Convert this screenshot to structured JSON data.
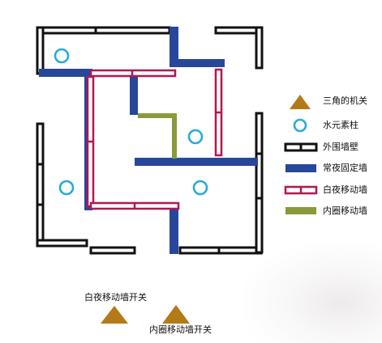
{
  "colors": {
    "outer_wall": "#111111",
    "fixed_wall": "#27479b",
    "moving_wall": "#b3174e",
    "inner_wall": "#8a9a3a",
    "triangle": "#b27a18",
    "pillar": "#2aaad8"
  },
  "legend": {
    "triangle": {
      "label": "三角的机关",
      "icon": "triangle-icon"
    },
    "pillar": {
      "label": "水元素柱",
      "icon": "circle-icon"
    },
    "outer_wall": {
      "label": "外围墙壁",
      "icon": "outer-wall-swatch"
    },
    "fixed_wall": {
      "label": "常夜固定墙",
      "icon": "fixed-wall-swatch"
    },
    "moving_wall": {
      "label": "白夜移动墙",
      "icon": "moving-wall-swatch"
    },
    "inner_wall": {
      "label": "内圈移动墙",
      "icon": "inner-wall-swatch"
    }
  },
  "switches": {
    "day_night": {
      "label": "白夜移动墙开关"
    },
    "inner": {
      "label": "内圈移动墙开关"
    }
  }
}
